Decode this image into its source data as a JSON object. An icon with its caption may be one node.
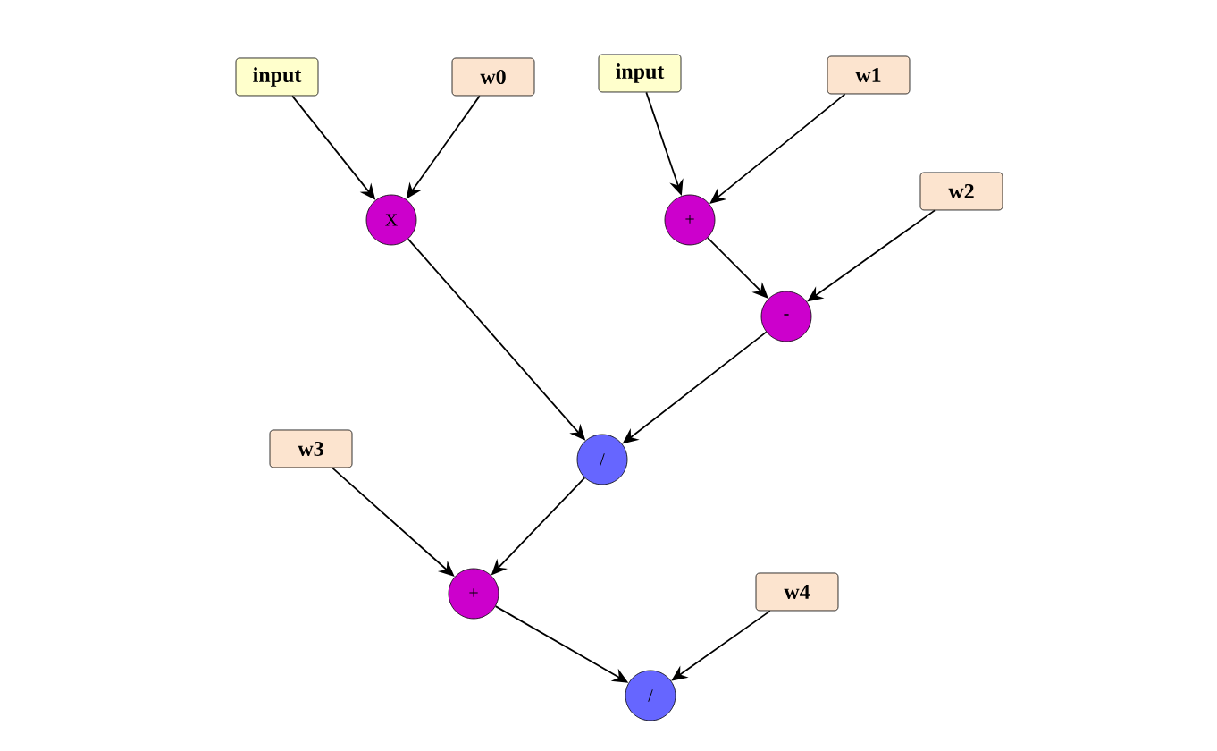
{
  "diagram": {
    "nodes": [
      {
        "text": [
          "input"
        ]
      },
      {
        "text": [
          "w0"
        ]
      },
      {
        "text": [
          "input"
        ]
      },
      {
        "text": [
          "w1"
        ]
      },
      {
        "text": [
          "X"
        ]
      },
      {
        "text": [
          "+"
        ]
      },
      {
        "text": [
          "w2"
        ]
      },
      {
        "text": [
          "-"
        ]
      },
      {
        "text": [
          "/"
        ]
      },
      {
        "text": [
          "w3"
        ]
      },
      {
        "text": [
          "+"
        ]
      },
      {
        "text": [
          "w4"
        ]
      },
      {
        "text": [
          "/"
        ]
      }
    ],
    "edges": [
      {
        "from": 0,
        "to": 4,
        "arrow": "to"
      },
      {
        "from": 1,
        "to": 4,
        "arrow": "to"
      },
      {
        "from": 2,
        "to": 5,
        "arrow": "to"
      },
      {
        "from": 3,
        "to": 5,
        "arrow": "to"
      },
      {
        "from": 5,
        "to": 7,
        "arrow": "to"
      },
      {
        "from": 6,
        "to": 7,
        "arrow": "to"
      },
      {
        "from": 4,
        "to": 8,
        "arrow": "to"
      },
      {
        "from": 7,
        "to": 8,
        "arrow": "to"
      },
      {
        "from": 9,
        "to": 10,
        "arrow": "to"
      },
      {
        "from": 8,
        "to": 10,
        "arrow": "to"
      },
      {
        "from": 10,
        "to": 12,
        "arrow": "to"
      },
      {
        "from": 11,
        "to": 12,
        "arrow": "to"
      }
    ]
  }
}
